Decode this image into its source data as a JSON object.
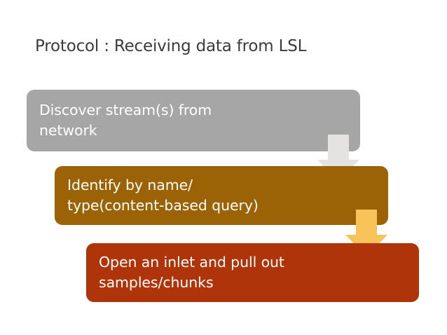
{
  "slide": {
    "title": "Protocol : Receiving data from LSL",
    "background_color": "#FFFFFF"
  },
  "diagram": {
    "type": "vertical-process-flow",
    "steps": [
      {
        "id": "discover",
        "order": 1,
        "label": "Discover stream(s) from\nnetwork",
        "fill_color": "#A6A6A6",
        "text_color": "#FFFFFF"
      },
      {
        "id": "identify",
        "order": 2,
        "label": "Identify by name/\ntype(content-based query)",
        "fill_color": "#9C6206",
        "text_color": "#FFFFFF"
      },
      {
        "id": "open",
        "order": 3,
        "label": "Open an inlet and pull out\nsamples/chunks",
        "fill_color": "#AF3409",
        "text_color": "#FFFFFF"
      }
    ],
    "connectors": [
      {
        "id": "arrow-discover-to-identify",
        "from": "discover",
        "to": "identify",
        "direction": "down",
        "color": "#E4E3E1"
      },
      {
        "id": "arrow-identify-to-open",
        "from": "identify",
        "to": "open",
        "direction": "down",
        "color": "#F8C45A"
      }
    ]
  }
}
